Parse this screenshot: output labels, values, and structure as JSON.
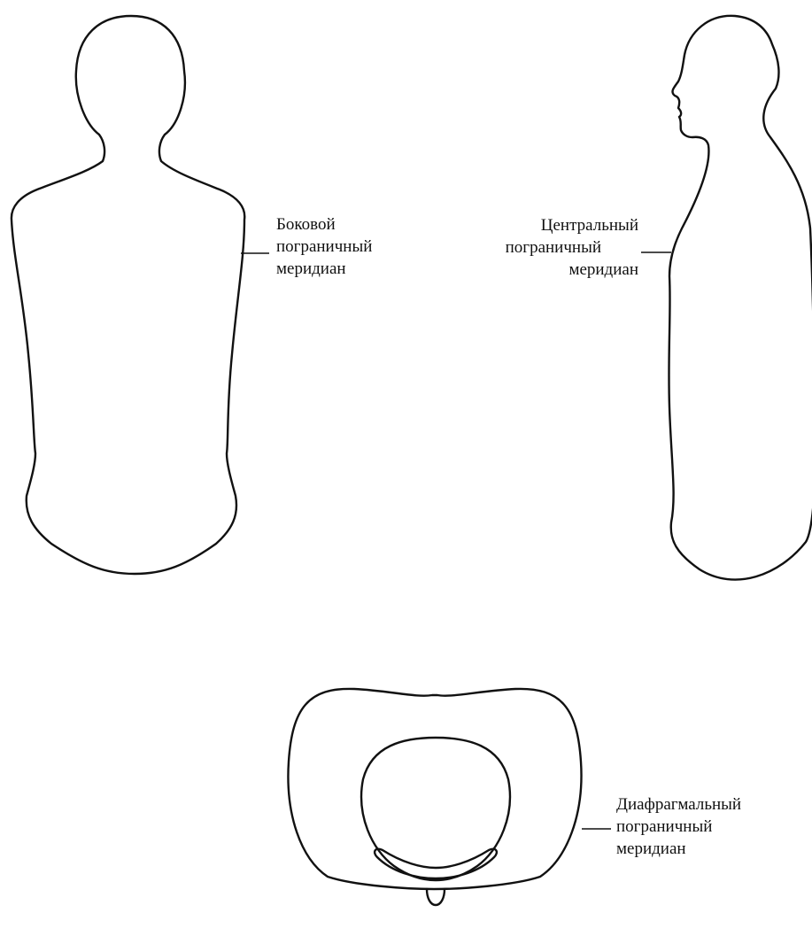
{
  "figure": {
    "front_view": {
      "label_lines": [
        "Боковой",
        "пограничный",
        "меридиан"
      ]
    },
    "side_view": {
      "label_lines": [
        "Центральный",
        "пограничный",
        "меридиан"
      ]
    },
    "cross_section": {
      "label_lines": [
        "Диафрагмальный",
        "пограничный",
        "меридиан"
      ]
    }
  },
  "colors": {
    "line": "#111111",
    "background": "#ffffff"
  }
}
